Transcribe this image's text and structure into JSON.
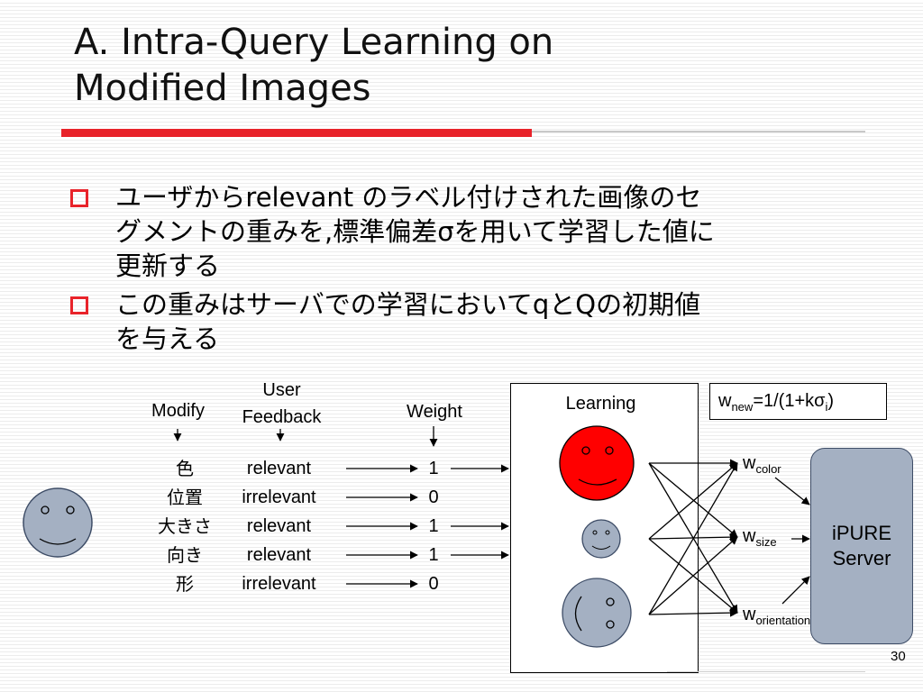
{
  "slide": {
    "title_lines": [
      "A. Intra-Query Learning on",
      "Modified Images"
    ],
    "page_number": "30",
    "accent_color": "#e8232a"
  },
  "bullets": [
    {
      "lines": [
        "ユーザからrelevant のラベル付けされた画像のセ",
        "グメントの重みを,標準偏差σを用いて学習した値に",
        "更新する"
      ]
    },
    {
      "lines": [
        "この重みはサーバでの学習においてqとQの初期値",
        "を与える"
      ]
    }
  ],
  "diagram": {
    "headers": {
      "modify": "Modify",
      "feedback_line1": "User",
      "feedback_line2": "Feedback",
      "weight": "Weight",
      "learning": "Learning"
    },
    "rows": [
      {
        "modify": "色",
        "feedback": "relevant",
        "weight": "1"
      },
      {
        "modify": "位置",
        "feedback": "irrelevant",
        "weight": "0"
      },
      {
        "modify": "大きさ",
        "feedback": "relevant",
        "weight": "1"
      },
      {
        "modify": "向き",
        "feedback": "relevant",
        "weight": "1"
      },
      {
        "modify": "形",
        "feedback": "irrelevant",
        "weight": "0"
      }
    ],
    "formula": {
      "w": "w",
      "w_sub": "new",
      "rhs": "=1/(1+kσ",
      "sigma_sub": "i",
      "close": ")"
    },
    "weights": [
      {
        "w": "w",
        "sub": "color"
      },
      {
        "w": "w",
        "sub": "size"
      },
      {
        "w": "w",
        "sub": "orientation"
      }
    ],
    "server_lines": [
      "iPURE",
      "Server"
    ],
    "colors": {
      "face_gray": "#a4b0c2",
      "face_red": "#ff0000",
      "server": "#a4b0c2"
    }
  }
}
